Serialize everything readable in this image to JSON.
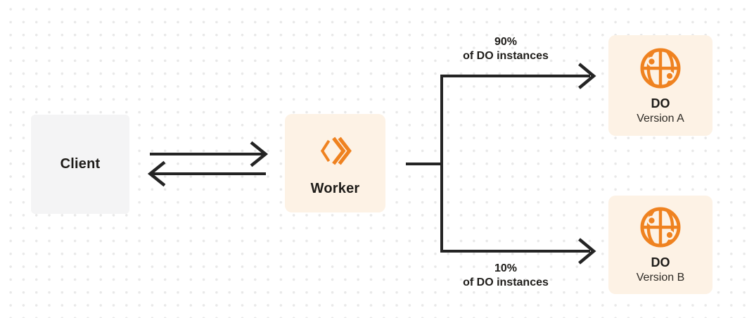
{
  "colors": {
    "background": "#ffffff",
    "dot": "#e8e8e8",
    "client_bg": "#f4f4f5",
    "cream_bg": "#fdf2e5",
    "orange": "#ef8220",
    "line": "#242424",
    "text": "#1e1c19",
    "subtext": "#2d2a25"
  },
  "nodes": {
    "client": {
      "label": "Client"
    },
    "worker": {
      "label": "Worker",
      "icon": "cloudflare-workers-icon"
    },
    "do_version_a": {
      "title": "DO",
      "subtitle": "Version A",
      "icon": "durable-object-globe-icon"
    },
    "do_version_b": {
      "title": "DO",
      "subtitle": "Version B",
      "icon": "durable-object-globe-icon"
    }
  },
  "edges": {
    "client_worker": {
      "style": "bidirectional-arrows"
    },
    "branch_top": {
      "percent": "90%",
      "caption": "of DO instances"
    },
    "branch_bottom": {
      "percent": "10%",
      "caption": "of DO instances"
    }
  }
}
